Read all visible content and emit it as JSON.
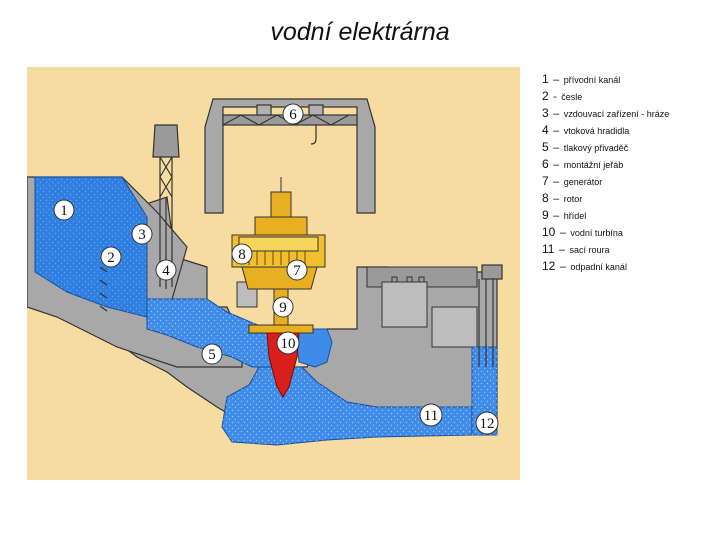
{
  "title": "vodní elektrárna",
  "colors": {
    "background": "#f6dca0",
    "building": "#a8a8a8",
    "water": "#2f7fe0",
    "generator": "#e8b020",
    "turbine": "#d8201a"
  },
  "callouts": [
    {
      "id": "1",
      "text": "1"
    },
    {
      "id": "2",
      "text": "2"
    },
    {
      "id": "3",
      "text": "3"
    },
    {
      "id": "4",
      "text": "4"
    },
    {
      "id": "5",
      "text": "5"
    },
    {
      "id": "6",
      "text": "6"
    },
    {
      "id": "7",
      "text": "7"
    },
    {
      "id": "8",
      "text": "8"
    },
    {
      "id": "9",
      "text": "9"
    },
    {
      "id": "10",
      "text": "10"
    },
    {
      "id": "11",
      "text": "11"
    },
    {
      "id": "12",
      "text": "12"
    }
  ],
  "legend": [
    {
      "num": "1",
      "sep": "–",
      "text": "přívodní kanál"
    },
    {
      "num": "2",
      "sep": "-",
      "text": "česle"
    },
    {
      "num": "3",
      "sep": "–",
      "text": "vzdouvací zařízení - hráze"
    },
    {
      "num": "4",
      "sep": "–",
      "text": "vtoková hradidla"
    },
    {
      "num": "5",
      "sep": "–",
      "text": "tlakový přivaděč"
    },
    {
      "num": "6",
      "sep": "–",
      "text": "montážní jeřáb"
    },
    {
      "num": "7",
      "sep": "–",
      "text": "generátor"
    },
    {
      "num": "8",
      "sep": "–",
      "text": "rotor"
    },
    {
      "num": "9",
      "sep": "–",
      "text": "hřídel"
    },
    {
      "num": "10",
      "sep": "–",
      "text": "vodní turbína"
    },
    {
      "num": "11",
      "sep": "–",
      "text": "sací roura"
    },
    {
      "num": "12",
      "sep": "–",
      "text": "odpadní kanál"
    }
  ]
}
